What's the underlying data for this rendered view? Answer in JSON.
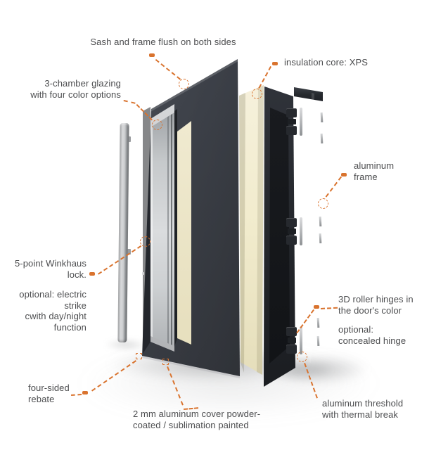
{
  "labels": {
    "sash_flush": {
      "lines": [
        "Sash and frame flush on both sides"
      ]
    },
    "insulation_core": {
      "lines": [
        "insulation core: XPS"
      ]
    },
    "glazing": {
      "lines": [
        "3-chamber glazing",
        "with four color options"
      ]
    },
    "aluminum_frame": {
      "lines": [
        "aluminum",
        "frame"
      ]
    },
    "lock": {
      "lines": [
        "5-point Winkhaus",
        "lock."
      ]
    },
    "electric_strike": {
      "lines": [
        "optional: electric",
        "strike",
        "cwith day/night",
        "function"
      ]
    },
    "rebate": {
      "lines": [
        "four-sided",
        "rebate"
      ]
    },
    "cover": {
      "lines": [
        "2 mm aluminum cover powder-",
        "coated / sublimation painted"
      ]
    },
    "roller_hinges": {
      "lines": [
        "3D roller hinges in",
        "the door's color"
      ]
    },
    "concealed_hinge": {
      "lines": [
        "optional:",
        "concealed hinge"
      ]
    },
    "threshold": {
      "lines": [
        "aluminum threshold",
        "with thermal break"
      ]
    }
  },
  "colors": {
    "accent": "#d9732e",
    "text": "#4c4d4f",
    "door_dark": "#34373d",
    "insulation_cream": "#efe9cc",
    "glass_gray": "#c9ccce",
    "frame_dark": "#23262b",
    "handle_gray": "#c3c5c7"
  }
}
